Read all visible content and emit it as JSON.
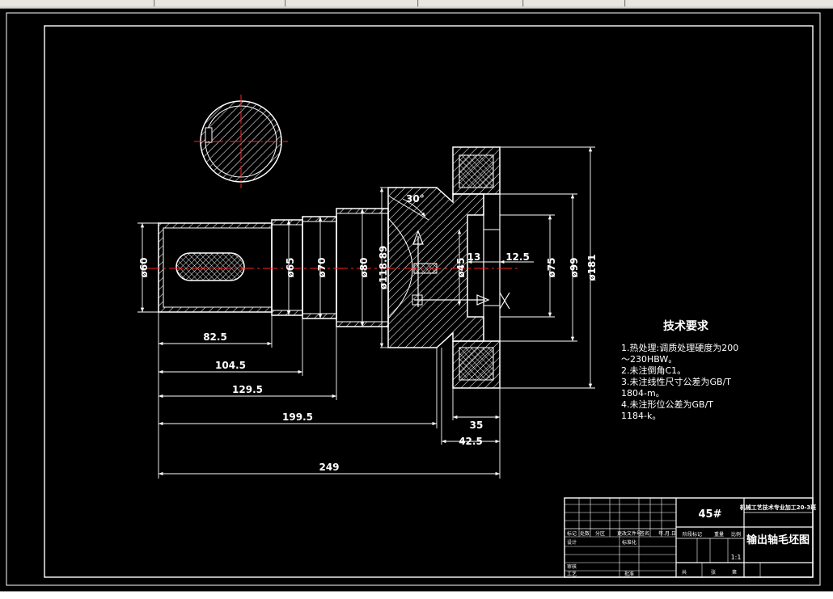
{
  "dimensions": {
    "d60": "ø60",
    "d65": "ø65",
    "d70": "ø70",
    "d80": "ø80",
    "d11889": "ø118.89",
    "d45": "ø45",
    "d75": "ø75",
    "d99": "ø99",
    "d181": "ø181",
    "len_825": "82.5",
    "len_1045": "104.5",
    "len_1295": "129.5",
    "len_1995": "199.5",
    "len_249": "249",
    "len_35": "35",
    "len_425": "42.5",
    "len_13": "13",
    "len_125": "12.5",
    "angle_30": "30°"
  },
  "tech_requirements": {
    "title": "技术要求",
    "line1": "1.热处理:调质处理硬度为200",
    "line2": "～230HBW。",
    "line3": "2.未注倒角C1。",
    "line4": "3.未注线性尺寸公差为GB/T",
    "line5": "1804-m。",
    "line6": "4.未注形位公差为GB/T",
    "line7": "1184-k。"
  },
  "title_block": {
    "material": "45#",
    "school": "机械工艺技术专业加工20-3班",
    "drawing_name": "输出轴毛坯图",
    "scale": "1:1",
    "row_labels": {
      "biaoji": "标记",
      "chushu": "处数",
      "fenqu": "分区",
      "gengai": "更改文件号",
      "qianming": "签名",
      "riqi": "年.月.日",
      "sheji": "设计",
      "biaozhunhua": "标准化",
      "shenhe": "审核",
      "gongyi": "工艺",
      "pizhun": "批准",
      "jieduan": "阶段标记",
      "zhongliang": "重量",
      "bili": "比例",
      "gong": "共",
      "zhang": "张",
      "di": "第"
    }
  },
  "colors": {
    "outline": "#ffffff",
    "centerline": "#ff2020",
    "background": "#000000",
    "toolbar": "#d4d0c8"
  }
}
